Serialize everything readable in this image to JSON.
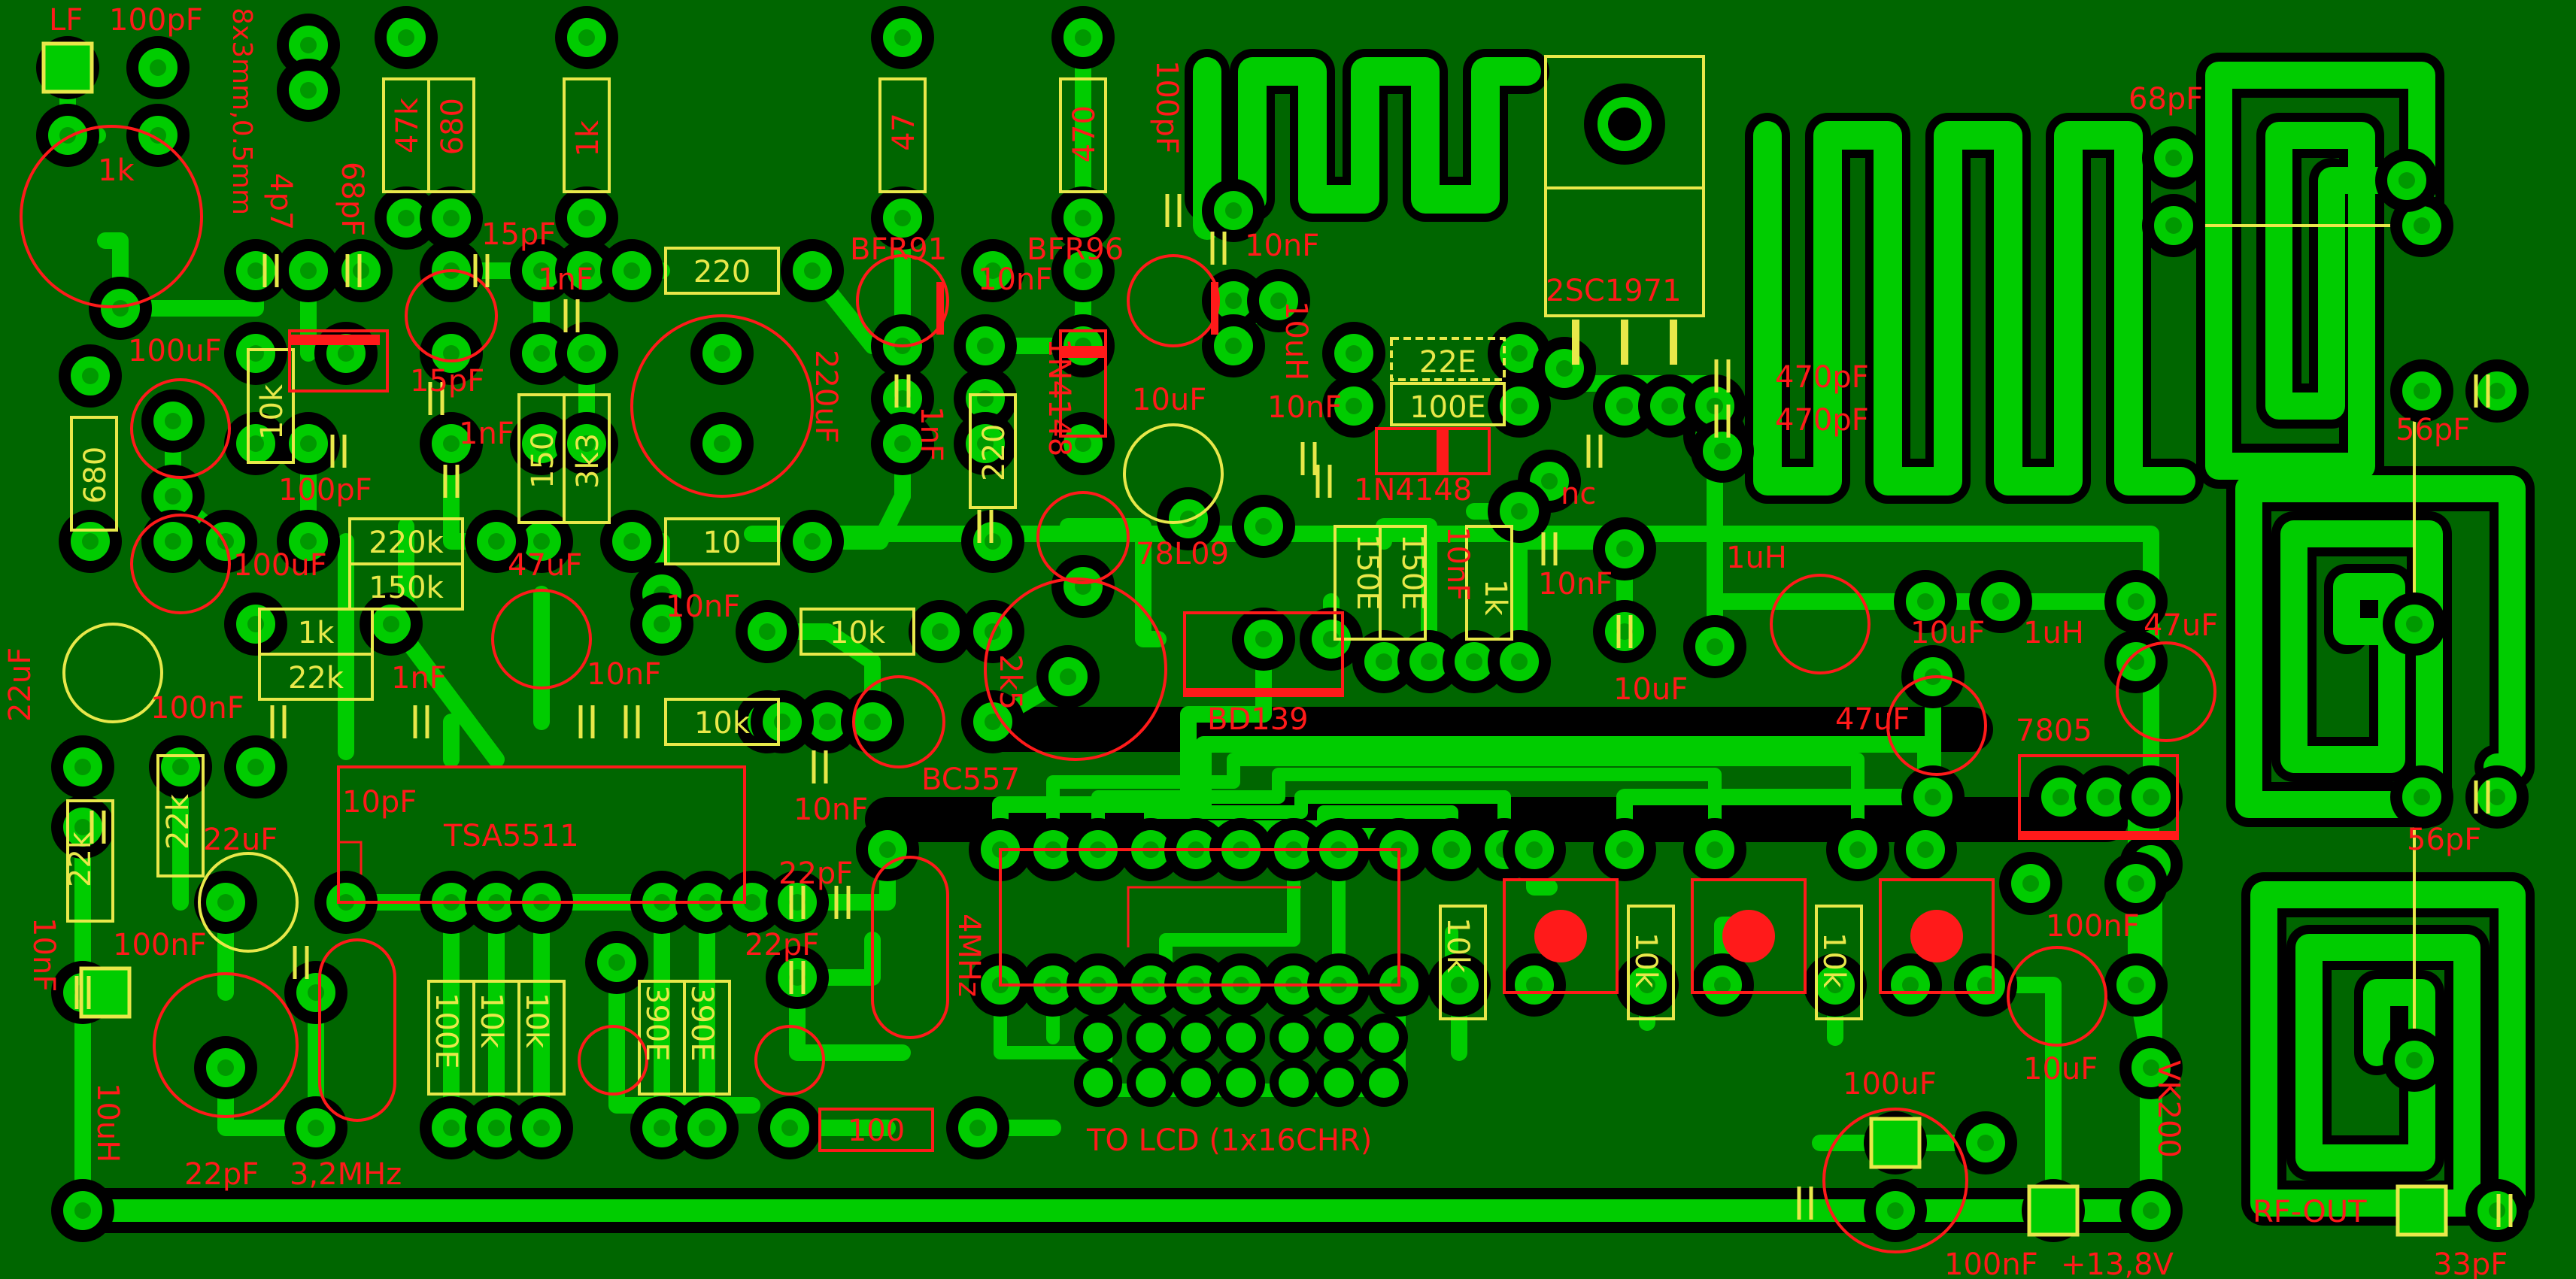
{
  "board": {
    "background": "#006600",
    "copper": "#00cc00",
    "keepout": "#000000",
    "silk_red": "#ff1a1a",
    "silk_yellow": "#e8e84a",
    "pad_center": "#009900"
  },
  "labels": {
    "lf": "LF",
    "c_lf_100pf": "100pF",
    "coil_8x3": "8x3mm,0.5mm",
    "pot_1k": "1k",
    "r_47k": "47k",
    "r_680_top": "680",
    "r_1k_top": "1k",
    "r_47": "47",
    "r_470": "470",
    "c_100pf_vert": "100pF",
    "c_68pf": "68pF",
    "c_4p7": "4p7",
    "c_15pf_a": "15pF",
    "c_1nf_a": "1nF",
    "r_220_h": "220",
    "q_bfr91": "BFR91",
    "c_10nf_b": "10nF",
    "q_bfr96": "BFR96",
    "c_10nf_c": "10nF",
    "l_10uh_a": "10uH",
    "q_2sc1971": "2SC1971",
    "c_100uf_a": "100uF",
    "r_10k_v": "10k",
    "c_15pf_b": "15pF",
    "c_1nf_b": "1nF",
    "c_100pf_b": "100pF",
    "r_150": "150",
    "r_3k3": "3k3",
    "c_220uf": "220uF",
    "d_1n4148_a": "1N4148",
    "r_220_v": "220",
    "c_1nf_c": "1nF",
    "c_10uf_a": "10uF",
    "c_10nf_d": "10nF",
    "r_22e": "22E",
    "r_100e": "100E",
    "d_1n4148_b": "1N4148",
    "c_470pf_a": "470pF",
    "c_470pf_b": "470pF",
    "nc": "nc",
    "c_56pf_a": "56pF",
    "c_68pf_r": "68pF",
    "r_680_left": "680",
    "c_100uf_b": "100uF",
    "r_220k": "220k",
    "r_150k": "150k",
    "c_47uf_a": "47uF",
    "r_10_h": "10",
    "c_10nf_e": "10nF",
    "u_78l09": "78L09",
    "r_150e_a": "150E",
    "r_150e_b": "150E",
    "c_10nf_f": "10nF",
    "r_1k_v": "1k",
    "l_1uh_a": "1uH",
    "c_22uf_a": "22uF",
    "r_1k_h": "1k",
    "r_22k_h": "22k",
    "c_1nf_d": "1nF",
    "c_100nf_a": "100nF",
    "c_10nf_g": "10nF",
    "r_10k_h1": "10k",
    "r_10k_h2": "10k",
    "pot_2k5": "2k5",
    "c_10nf_h": "10nF",
    "q_bc557": "BC557",
    "q_bd139": "BD139",
    "c_10nf_i": "10nF",
    "c_10uf_b": "10uF",
    "l_1uh_b": "1uH",
    "c_47uf_b": "47uF",
    "c_47uf_c": "47uF",
    "u_7805": "7805",
    "c_100nf_b": "100nF",
    "c_22uf_b": "22uF",
    "c_10pf": "10pF",
    "u_tsa5511": "TSA5511",
    "r_22k_v1": "22k",
    "r_22k_v2": "22k",
    "c_100nf_c": "100nF",
    "c_10nf_j": "10nF",
    "c_22pf_a": "22pF",
    "c_22pf_b": "22pF",
    "xtal_4mhz": "4MHz",
    "r_100e_v": "100E",
    "r_10k_v2": "10k",
    "r_10k_v3": "10k",
    "r_390e_a": "390E",
    "r_390e_b": "390E",
    "r_10k_v4": "10k",
    "r_10k_v5": "10k",
    "r_10k_v6": "10k",
    "l_10uh_b": "10uH",
    "c_22pf_c": "22pF",
    "xtal_3m2": "3,2MHz",
    "r_100_h": "100",
    "to_lcd": "TO LCD (1x16CHR)",
    "c_100uf_c": "100uF",
    "c_10uf_c": "10uF",
    "vk200": "VK200",
    "c_100nf_d": "100nF",
    "vin": "+13,8V",
    "rf_out": "RF-OUT",
    "c_33pf": "33pF",
    "c_56pf_b": "56pF"
  }
}
